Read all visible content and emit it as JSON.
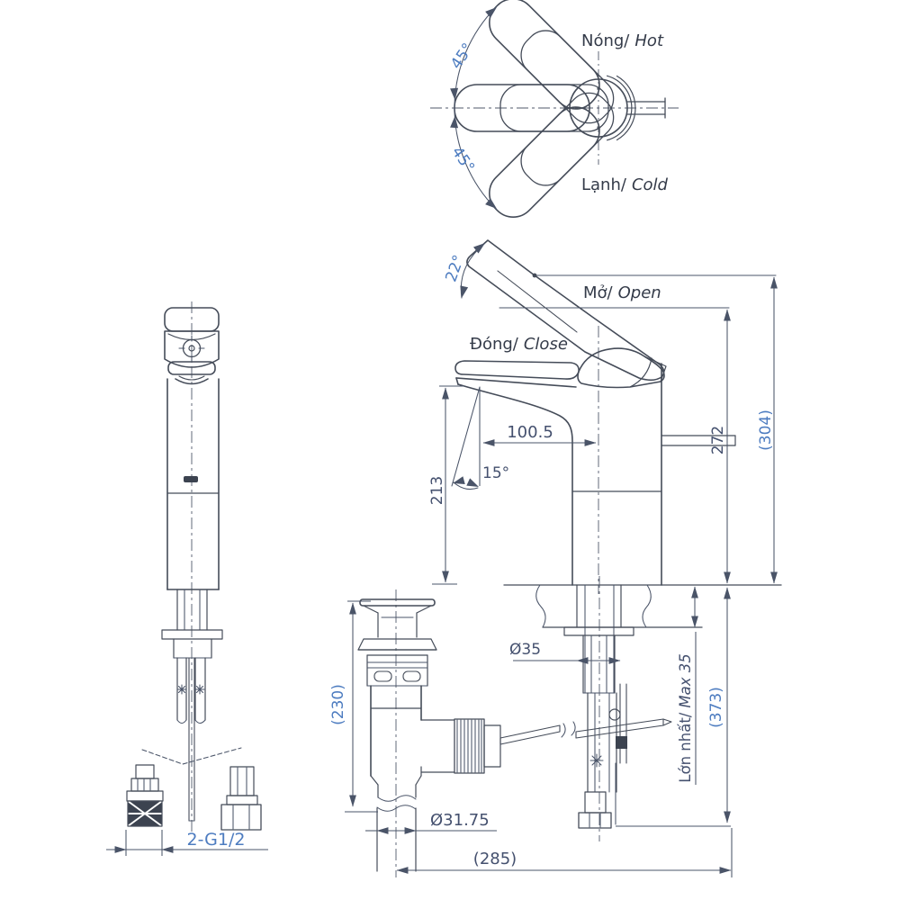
{
  "drawing": {
    "top_view": {
      "hot": {
        "vi": "Nóng/",
        "en": "Hot"
      },
      "cold": {
        "vi": "Lạnh/",
        "en": "Cold"
      },
      "swing_upper": "45°",
      "swing_lower": "45°"
    },
    "side_view": {
      "open": {
        "vi": "Mở/",
        "en": "Open"
      },
      "close": {
        "vi": "Đóng/",
        "en": "Close"
      },
      "open_angle": "22°",
      "stream_angle": "15°",
      "dim_spout_reach": "100.5",
      "dim_spout_height": "213",
      "dim_height_closed": "272",
      "dim_height_open": "(304)",
      "dim_shank_dia": "Ø35",
      "dim_max_counter": {
        "vi": "Lớn nhất/",
        "en": "Max 35"
      },
      "dim_below_counter": "(373)"
    },
    "drain_assembly": {
      "dim_height": "(230)",
      "dim_pipe_dia": "Ø31.75",
      "dim_span": "(285)"
    },
    "front_view": {
      "dim_thread": "2-G1/2"
    }
  },
  "colors": {
    "line": "#454c59",
    "dim_text": "#44506e",
    "dim_text_blue": "#4d7cc0",
    "label_text": "#343b49",
    "background": "#ffffff"
  }
}
